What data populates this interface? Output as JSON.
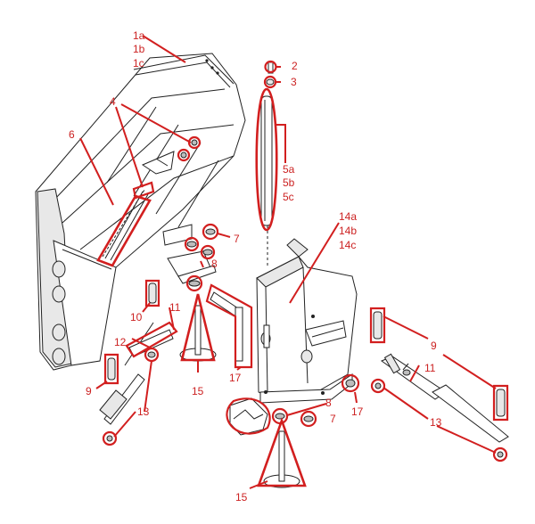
{
  "callouts": {
    "c1": [
      "1a",
      "1b",
      "1c"
    ],
    "c2": "2",
    "c3": "3",
    "c4": "4",
    "c5": [
      "5a",
      "5b",
      "5c"
    ],
    "c6": "6",
    "c7a": "7",
    "c7b": "7",
    "c8a": "8",
    "c8b": "8",
    "c9a": "9",
    "c9b": "9",
    "c10": "10",
    "c11a": "11",
    "c11b": "11",
    "c12": "12",
    "c13a": "13",
    "c13b": "13",
    "c14": [
      "14a",
      "14b",
      "14c"
    ],
    "c15a": "15",
    "c15b": "15",
    "c17a": "17",
    "c17b": "17"
  },
  "colors": {
    "highlight": "#d21f1f",
    "label": "#cc2222",
    "line": "#222222"
  }
}
